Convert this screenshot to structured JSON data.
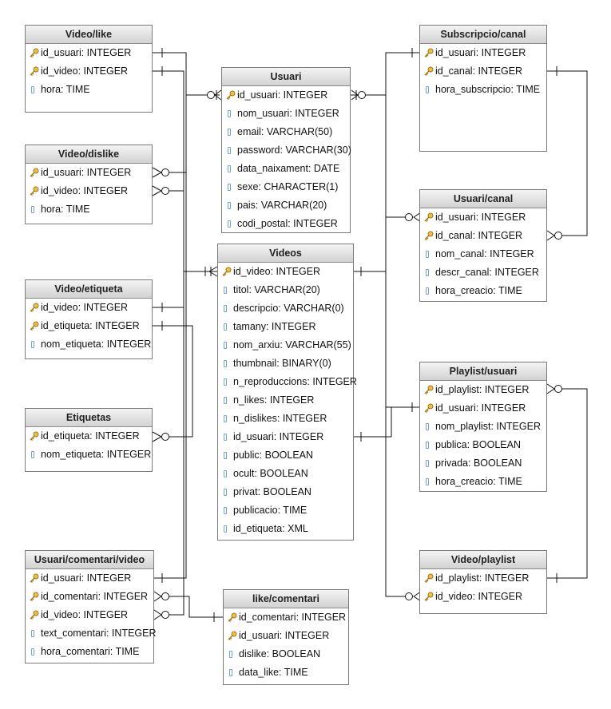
{
  "tables": [
    {
      "id": "video_like",
      "title": "Video/like",
      "columns": [
        {
          "name": "id_usuari: INTEGER",
          "key": true
        },
        {
          "name": "id_video: INTEGER",
          "key": true
        },
        {
          "name": "hora: TIME",
          "key": false
        }
      ]
    },
    {
      "id": "video_dislike",
      "title": "Video/dislike",
      "columns": [
        {
          "name": "id_usuari: INTEGER",
          "key": true
        },
        {
          "name": "id_video: INTEGER",
          "key": true
        },
        {
          "name": "hora: TIME",
          "key": false
        }
      ]
    },
    {
      "id": "video_etiqueta",
      "title": "Video/etiqueta",
      "columns": [
        {
          "name": "id_video: INTEGER",
          "key": true
        },
        {
          "name": "id_etiqueta: INTEGER",
          "key": true
        },
        {
          "name": "nom_etiqueta: INTEGER",
          "key": false
        }
      ]
    },
    {
      "id": "etiquetas",
      "title": "Etiquetas",
      "columns": [
        {
          "name": "id_etiqueta: INTEGER",
          "key": true
        },
        {
          "name": "nom_etiqueta: INTEGER",
          "key": false
        }
      ]
    },
    {
      "id": "usuari_comentari_video",
      "title": "Usuari/comentari/video",
      "columns": [
        {
          "name": "id_usuari: INTEGER",
          "key": true
        },
        {
          "name": "id_comentari: INTEGER",
          "key": true
        },
        {
          "name": "id_video: INTEGER",
          "key": true
        },
        {
          "name": "text_comentari: INTEGER",
          "key": false
        },
        {
          "name": "hora_comentari: TIME",
          "key": false
        }
      ]
    },
    {
      "id": "usuari",
      "title": "Usuari",
      "columns": [
        {
          "name": "id_usuari: INTEGER",
          "key": true
        },
        {
          "name": "nom_usuari: INTEGER",
          "key": false
        },
        {
          "name": "email: VARCHAR(50)",
          "key": false
        },
        {
          "name": "password: VARCHAR(30)",
          "key": false
        },
        {
          "name": "data_naixament: DATE",
          "key": false
        },
        {
          "name": "sexe: CHARACTER(1)",
          "key": false
        },
        {
          "name": "pais: VARCHAR(20)",
          "key": false
        },
        {
          "name": "codi_postal: INTEGER",
          "key": false
        }
      ]
    },
    {
      "id": "videos",
      "title": "Videos",
      "columns": [
        {
          "name": "id_video: INTEGER",
          "key": true
        },
        {
          "name": "titol: VARCHAR(20)",
          "key": false
        },
        {
          "name": "descripcio: VARCHAR(0)",
          "key": false
        },
        {
          "name": "tamany: INTEGER",
          "key": false
        },
        {
          "name": "nom_arxiu: VARCHAR(55)",
          "key": false
        },
        {
          "name": "thumbnail: BINARY(0)",
          "key": false
        },
        {
          "name": "n_reproduccions: INTEGER",
          "key": false
        },
        {
          "name": "n_likes: INTEGER",
          "key": false
        },
        {
          "name": "n_dislikes: INTEGER",
          "key": false
        },
        {
          "name": "id_usuari: INTEGER",
          "key": false
        },
        {
          "name": "public: BOOLEAN",
          "key": false
        },
        {
          "name": "ocult: BOOLEAN",
          "key": false
        },
        {
          "name": "privat: BOOLEAN",
          "key": false
        },
        {
          "name": "publicacio: TIME",
          "key": false
        },
        {
          "name": "id_etiqueta: XML",
          "key": false
        }
      ]
    },
    {
      "id": "like_comentari",
      "title": "like/comentari",
      "columns": [
        {
          "name": "id_comentari: INTEGER",
          "key": true
        },
        {
          "name": "id_usuari: INTEGER",
          "key": true
        },
        {
          "name": "dislike: BOOLEAN",
          "key": false
        },
        {
          "name": "data_like: TIME",
          "key": false
        }
      ]
    },
    {
      "id": "subscripcio_canal",
      "title": "Subscripcio/canal",
      "columns": [
        {
          "name": "id_usuari: INTEGER",
          "key": true
        },
        {
          "name": "id_canal: INTEGER",
          "key": true
        },
        {
          "name": "hora_subscripcio: TIME",
          "key": false
        }
      ]
    },
    {
      "id": "usuari_canal",
      "title": "Usuari/canal",
      "columns": [
        {
          "name": "id_usuari: INTEGER",
          "key": true
        },
        {
          "name": "id_canal: INTEGER",
          "key": true
        },
        {
          "name": "nom_canal: INTEGER",
          "key": false
        },
        {
          "name": "descr_canal: INTEGER",
          "key": false
        },
        {
          "name": "hora_creacio: TIME",
          "key": false
        }
      ]
    },
    {
      "id": "playlist_usuari",
      "title": "Playlist/usuari",
      "columns": [
        {
          "name": "id_playlist: INTEGER",
          "key": true
        },
        {
          "name": "id_usuari: INTEGER",
          "key": true
        },
        {
          "name": "nom_playlist: INTEGER",
          "key": false
        },
        {
          "name": "publica: BOOLEAN",
          "key": false
        },
        {
          "name": "privada: BOOLEAN",
          "key": false
        },
        {
          "name": "hora_creacio: TIME",
          "key": false
        }
      ]
    },
    {
      "id": "video_playlist",
      "title": "Video/playlist",
      "columns": [
        {
          "name": "id_playlist: INTEGER",
          "key": true
        },
        {
          "name": "id_video: INTEGER",
          "key": true
        }
      ]
    }
  ],
  "colors": {
    "line": "#111111",
    "key_icon": "#d4a017",
    "attr_icon": "#7a9ed8",
    "header_top": "#f4f4f4",
    "header_bottom": "#d2d2d2"
  }
}
